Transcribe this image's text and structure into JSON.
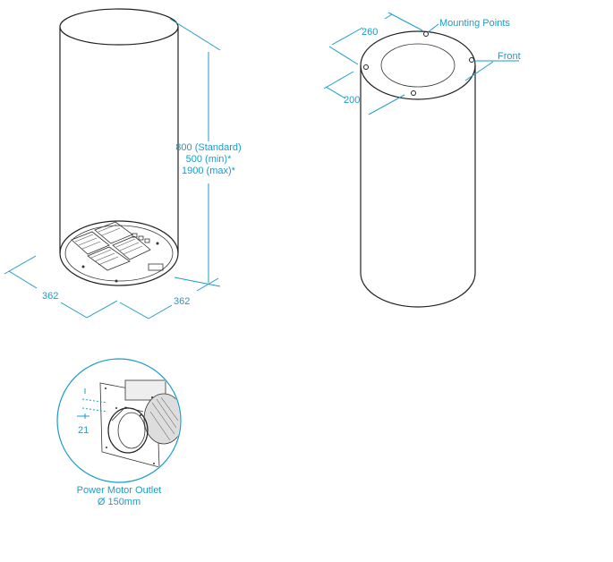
{
  "colors": {
    "dimension": "#1a9cc9",
    "outline": "#222222",
    "background": "#ffffff"
  },
  "left_view": {
    "height_label_line1": "800 (Standard)",
    "height_label_line2": "500 (min)*",
    "height_label_line3": "1900 (max)*",
    "depth_label": "362",
    "width_label": "362"
  },
  "right_view": {
    "top_width_label": "260",
    "top_depth_label": "200",
    "mounting_points_label": "Mounting Points",
    "front_label": "Front"
  },
  "detail": {
    "offset_label": "21",
    "caption_line1": "Power Motor Outlet",
    "caption_line2": "Ø 150mm"
  }
}
